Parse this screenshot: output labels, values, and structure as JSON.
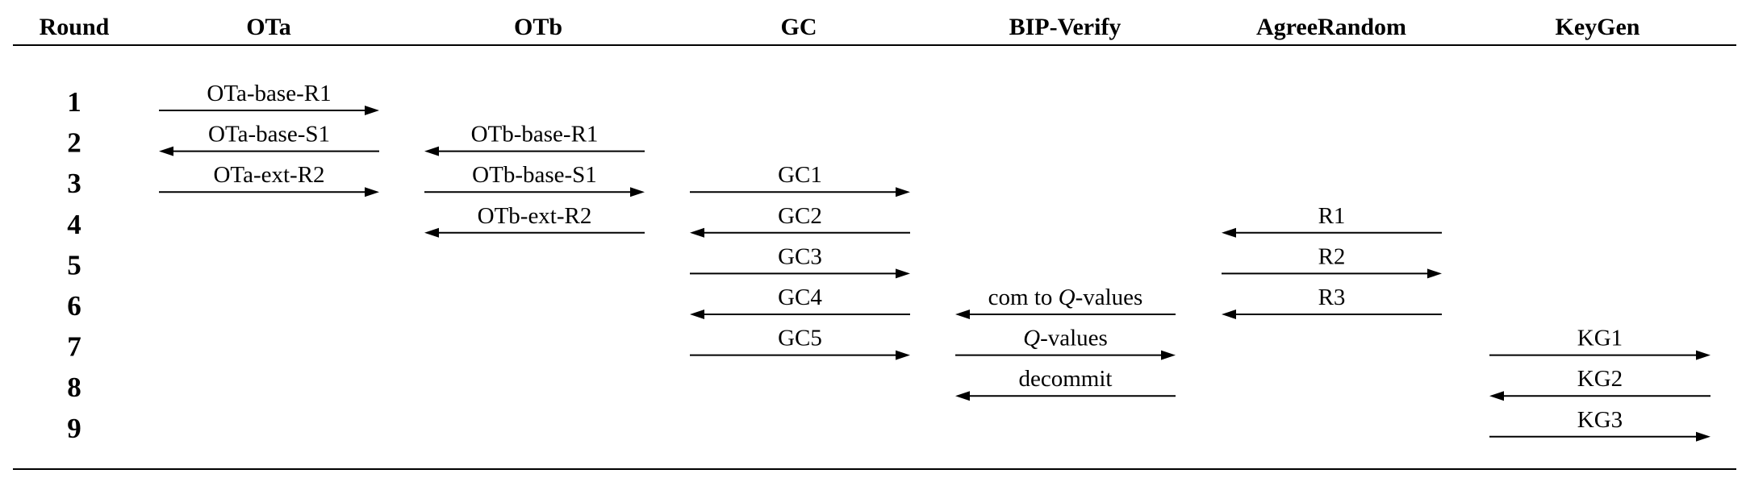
{
  "table": {
    "columns": [
      "Round",
      "OTa",
      "OTb",
      "GC",
      "BIP-Verify",
      "AgreeRandom",
      "KeyGen"
    ],
    "rounds": [
      "1",
      "2",
      "3",
      "4",
      "5",
      "6",
      "7",
      "8",
      "9"
    ]
  },
  "messages": [
    {
      "id": "ota-base-r1",
      "label": "OTa-base-R1",
      "column": "OTa",
      "round": 1,
      "direction": "right"
    },
    {
      "id": "ota-base-s1",
      "label": "OTa-base-S1",
      "column": "OTa",
      "round": 2,
      "direction": "left"
    },
    {
      "id": "ota-ext-r2",
      "label": "OTa-ext-R2",
      "column": "OTa",
      "round": 3,
      "direction": "right"
    },
    {
      "id": "otb-base-r1",
      "label": "OTb-base-R1",
      "column": "OTb",
      "round": 2,
      "direction": "left"
    },
    {
      "id": "otb-base-s1",
      "label": "OTb-base-S1",
      "column": "OTb",
      "round": 3,
      "direction": "right"
    },
    {
      "id": "otb-ext-r2",
      "label": "OTb-ext-R2",
      "column": "OTb",
      "round": 4,
      "direction": "left"
    },
    {
      "id": "gc1",
      "label": "GC1",
      "column": "GC",
      "round": 3,
      "direction": "right"
    },
    {
      "id": "gc2",
      "label": "GC2",
      "column": "GC",
      "round": 4,
      "direction": "left"
    },
    {
      "id": "gc3",
      "label": "GC3",
      "column": "GC",
      "round": 5,
      "direction": "right"
    },
    {
      "id": "gc4",
      "label": "GC4",
      "column": "GC",
      "round": 6,
      "direction": "left"
    },
    {
      "id": "gc5",
      "label": "GC5",
      "column": "GC",
      "round": 7,
      "direction": "right"
    },
    {
      "id": "bip-com",
      "label_pre": "com to ",
      "label_q": "Q",
      "label_post": "-values",
      "column": "BIP-Verify",
      "round": 6,
      "direction": "left"
    },
    {
      "id": "bip-q",
      "label_pre": "",
      "label_q": "Q",
      "label_post": "-values",
      "column": "BIP-Verify",
      "round": 7,
      "direction": "right"
    },
    {
      "id": "bip-decommit",
      "label": "decommit",
      "column": "BIP-Verify",
      "round": 8,
      "direction": "left"
    },
    {
      "id": "r1",
      "label": "R1",
      "column": "AgreeRandom",
      "round": 4,
      "direction": "left"
    },
    {
      "id": "r2",
      "label": "R2",
      "column": "AgreeRandom",
      "round": 5,
      "direction": "right"
    },
    {
      "id": "r3",
      "label": "R3",
      "column": "AgreeRandom",
      "round": 6,
      "direction": "left"
    },
    {
      "id": "kg1",
      "label": "KG1",
      "column": "KeyGen",
      "round": 7,
      "direction": "right"
    },
    {
      "id": "kg2",
      "label": "KG2",
      "column": "KeyGen",
      "round": 8,
      "direction": "left"
    },
    {
      "id": "kg3",
      "label": "KG3",
      "column": "KeyGen",
      "round": 9,
      "direction": "right"
    }
  ]
}
